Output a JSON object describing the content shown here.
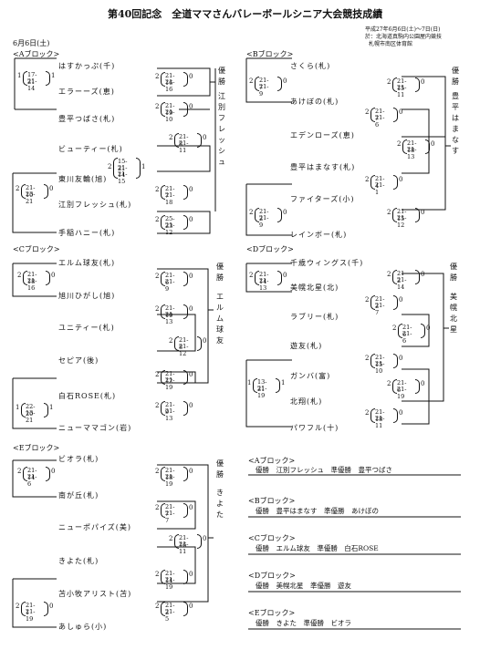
{
  "header": {
    "title": "第40回記念　全道ママさんバレーボールシニア大会競技成績",
    "period": "平成27年6月6日(土)～7日(日)",
    "venue": "於：北海道真駒内公園屋内競技",
    "venue2": "札幌市南区体育館",
    "date": "6月6日(土)"
  },
  "labels": {
    "winner": "優勝"
  },
  "blocks": {
    "A": {
      "name": "<Aブロック>",
      "teams": [
        "はすかっぷ",
        "エラーーズ",
        "豊平つばさ",
        "ビューティー",
        "東川友輪",
        "江別フレッシュ",
        "手稲ハニー"
      ],
      "regions": [
        "(千)",
        "(恵)",
        "(札)",
        "(札)",
        "(旭)",
        "(札)",
        "(札)"
      ],
      "winner": "江別フレッシュ",
      "scores": [
        {
          "p": "1",
          "a": "17-21",
          "b": "21-14",
          "z": "1"
        },
        {
          "p": "2",
          "a": "21-16",
          "b": "21-16",
          "z": "0"
        },
        {
          "p": "2",
          "a": "21-19",
          "b": "21-10",
          "z": "0"
        },
        {
          "p": "2",
          "a": "21- 8",
          "b": "21-11",
          "z": "0"
        },
        {
          "p": "2",
          "a": "15-21",
          "b": "21-14",
          "c": "21-15",
          "z": "1"
        },
        {
          "p": "2",
          "a": "21-10",
          "b": "23-21",
          "z": "0"
        },
        {
          "p": "2",
          "a": "21- 7",
          "b": "21-18",
          "z": "0"
        },
        {
          "p": "2",
          "a": "25-23",
          "b": "21-12",
          "z": "0"
        }
      ]
    },
    "B": {
      "name": "<Bブロック>",
      "teams": [
        "さくら",
        "あけぼの",
        "エデンローズ",
        "豊平はまなす",
        "ファイターズ",
        "レインボー"
      ],
      "regions": [
        "(札)",
        "(札)",
        "(恵)",
        "(札)",
        "(小)",
        "(札)"
      ],
      "winner": "豊平はまなす",
      "scores": [
        {
          "p": "2",
          "a": "21- 7",
          "b": "21- 9",
          "z": "0"
        },
        {
          "p": "2",
          "a": "21-15",
          "b": "21-11",
          "z": "0"
        },
        {
          "p": "2",
          "a": "21- 7",
          "b": "21- 6",
          "z": "0"
        },
        {
          "p": "2",
          "a": "21-18",
          "b": "21-13",
          "z": "0"
        },
        {
          "p": "2",
          "a": "21- 4",
          "b": "21- 1",
          "z": "0"
        },
        {
          "p": "2",
          "a": "21- 2",
          "b": "21- 9",
          "z": "0"
        },
        {
          "p": "2",
          "a": "21-15",
          "b": "21-12",
          "z": "0"
        }
      ]
    },
    "C": {
      "name": "<Cブロック>",
      "teams": [
        "エルム球友",
        "旭川ひがし",
        "ユニティー",
        "セピア",
        "白石ROSE",
        "ニューママゴン"
      ],
      "regions": [
        "(札)",
        "(旭)",
        "(札)",
        "(後)",
        "(札)",
        "(岩)"
      ],
      "winner": "エルム球友",
      "scores": [
        {
          "p": "2",
          "a": "21-18",
          "b": "21-16",
          "z": "0"
        },
        {
          "p": "2",
          "a": "21- 6",
          "b": "21- 9",
          "z": "0"
        },
        {
          "p": "2",
          "a": "21-10",
          "b": "21-13",
          "z": "0"
        },
        {
          "p": "2",
          "a": "21- 8",
          "b": "21-12",
          "z": "0"
        },
        {
          "p": "2",
          "a": "21-12",
          "b": "21-19",
          "z": "0"
        },
        {
          "p": "1",
          "a": "22-20",
          "b": "13-21",
          "z": "1"
        },
        {
          "p": "2",
          "a": "21- 9",
          "b": "21-13",
          "z": "0"
        }
      ]
    },
    "D": {
      "name": "<Dブロック>",
      "teams": [
        "千歳ウィングス",
        "美幌北星",
        "ラブリー",
        "遊友",
        "ガンバ",
        "北翔",
        "パワフル"
      ],
      "regions": [
        "(千)",
        "(北)",
        "(札)",
        "(札)",
        "(富)",
        "(札)",
        "(十)"
      ],
      "winner": "美幌北星",
      "scores": [
        {
          "p": "2",
          "a": "21-14",
          "b": "21-13",
          "z": "0"
        },
        {
          "p": "2",
          "a": "21- 2",
          "b": "21-14",
          "z": "0"
        },
        {
          "p": "2",
          "a": "21- 2",
          "b": "21- 7",
          "z": "0"
        },
        {
          "p": "2",
          "a": "21- 6",
          "b": "21- 6",
          "z": "0"
        },
        {
          "p": "2",
          "a": "21-15",
          "b": "21-10",
          "z": "0"
        },
        {
          "p": "1",
          "a": "13-21",
          "b": "21-19",
          "z": "1"
        },
        {
          "p": "2",
          "a": "21- 6",
          "b": "21-19",
          "z": "0"
        },
        {
          "p": "2",
          "a": "21-18",
          "b": "21-11",
          "z": "0"
        }
      ]
    },
    "E": {
      "name": "<Eブロック>",
      "teams": [
        "ビオラ",
        "南が丘",
        "ニューポパイズ",
        "きよた",
        "苫小牧アリスト",
        "あしゅら"
      ],
      "regions": [
        "(札)",
        "(札)",
        "(美)",
        "(札)",
        "(苫)",
        "(小)"
      ],
      "winner": "きよた",
      "scores": [
        {
          "p": "2",
          "a": "21-14",
          "b": "21- 6",
          "z": "0"
        },
        {
          "p": "2",
          "a": "21-18",
          "b": "21-19",
          "z": "0"
        },
        {
          "p": "2",
          "a": "21- 7",
          "b": "21- 7",
          "z": "0"
        },
        {
          "p": "2",
          "a": "21-16",
          "b": "21-11",
          "z": "0"
        },
        {
          "p": "2",
          "a": "21-14",
          "b": "21-19",
          "z": "0"
        },
        {
          "p": "2",
          "a": "21- 1",
          "b": "21-19",
          "z": "0"
        },
        {
          "p": "2",
          "a": "21- 2",
          "b": "21- 5",
          "z": "0"
        }
      ]
    }
  },
  "results": [
    {
      "block": "<Aブロック>",
      "win_label": "優勝",
      "winner": "江別フレッシュ",
      "runner_label": "準優勝",
      "runner": "豊平つばさ"
    },
    {
      "block": "<Bブロック>",
      "win_label": "優勝",
      "winner": "豊平はまなす",
      "runner_label": "準優勝",
      "runner": "あけぼの"
    },
    {
      "block": "<Cブロック>",
      "win_label": "優勝",
      "winner": "エルム球友",
      "runner_label": "準優勝",
      "runner": "白石ROSE"
    },
    {
      "block": "<Dブロック>",
      "win_label": "優勝",
      "winner": "美幌北星",
      "runner_label": "準優勝",
      "runner": "遊友"
    },
    {
      "block": "<Eブロック>",
      "win_label": "優勝",
      "winner": "きよた",
      "runner_label": "準優勝",
      "runner": "ビオラ"
    }
  ]
}
